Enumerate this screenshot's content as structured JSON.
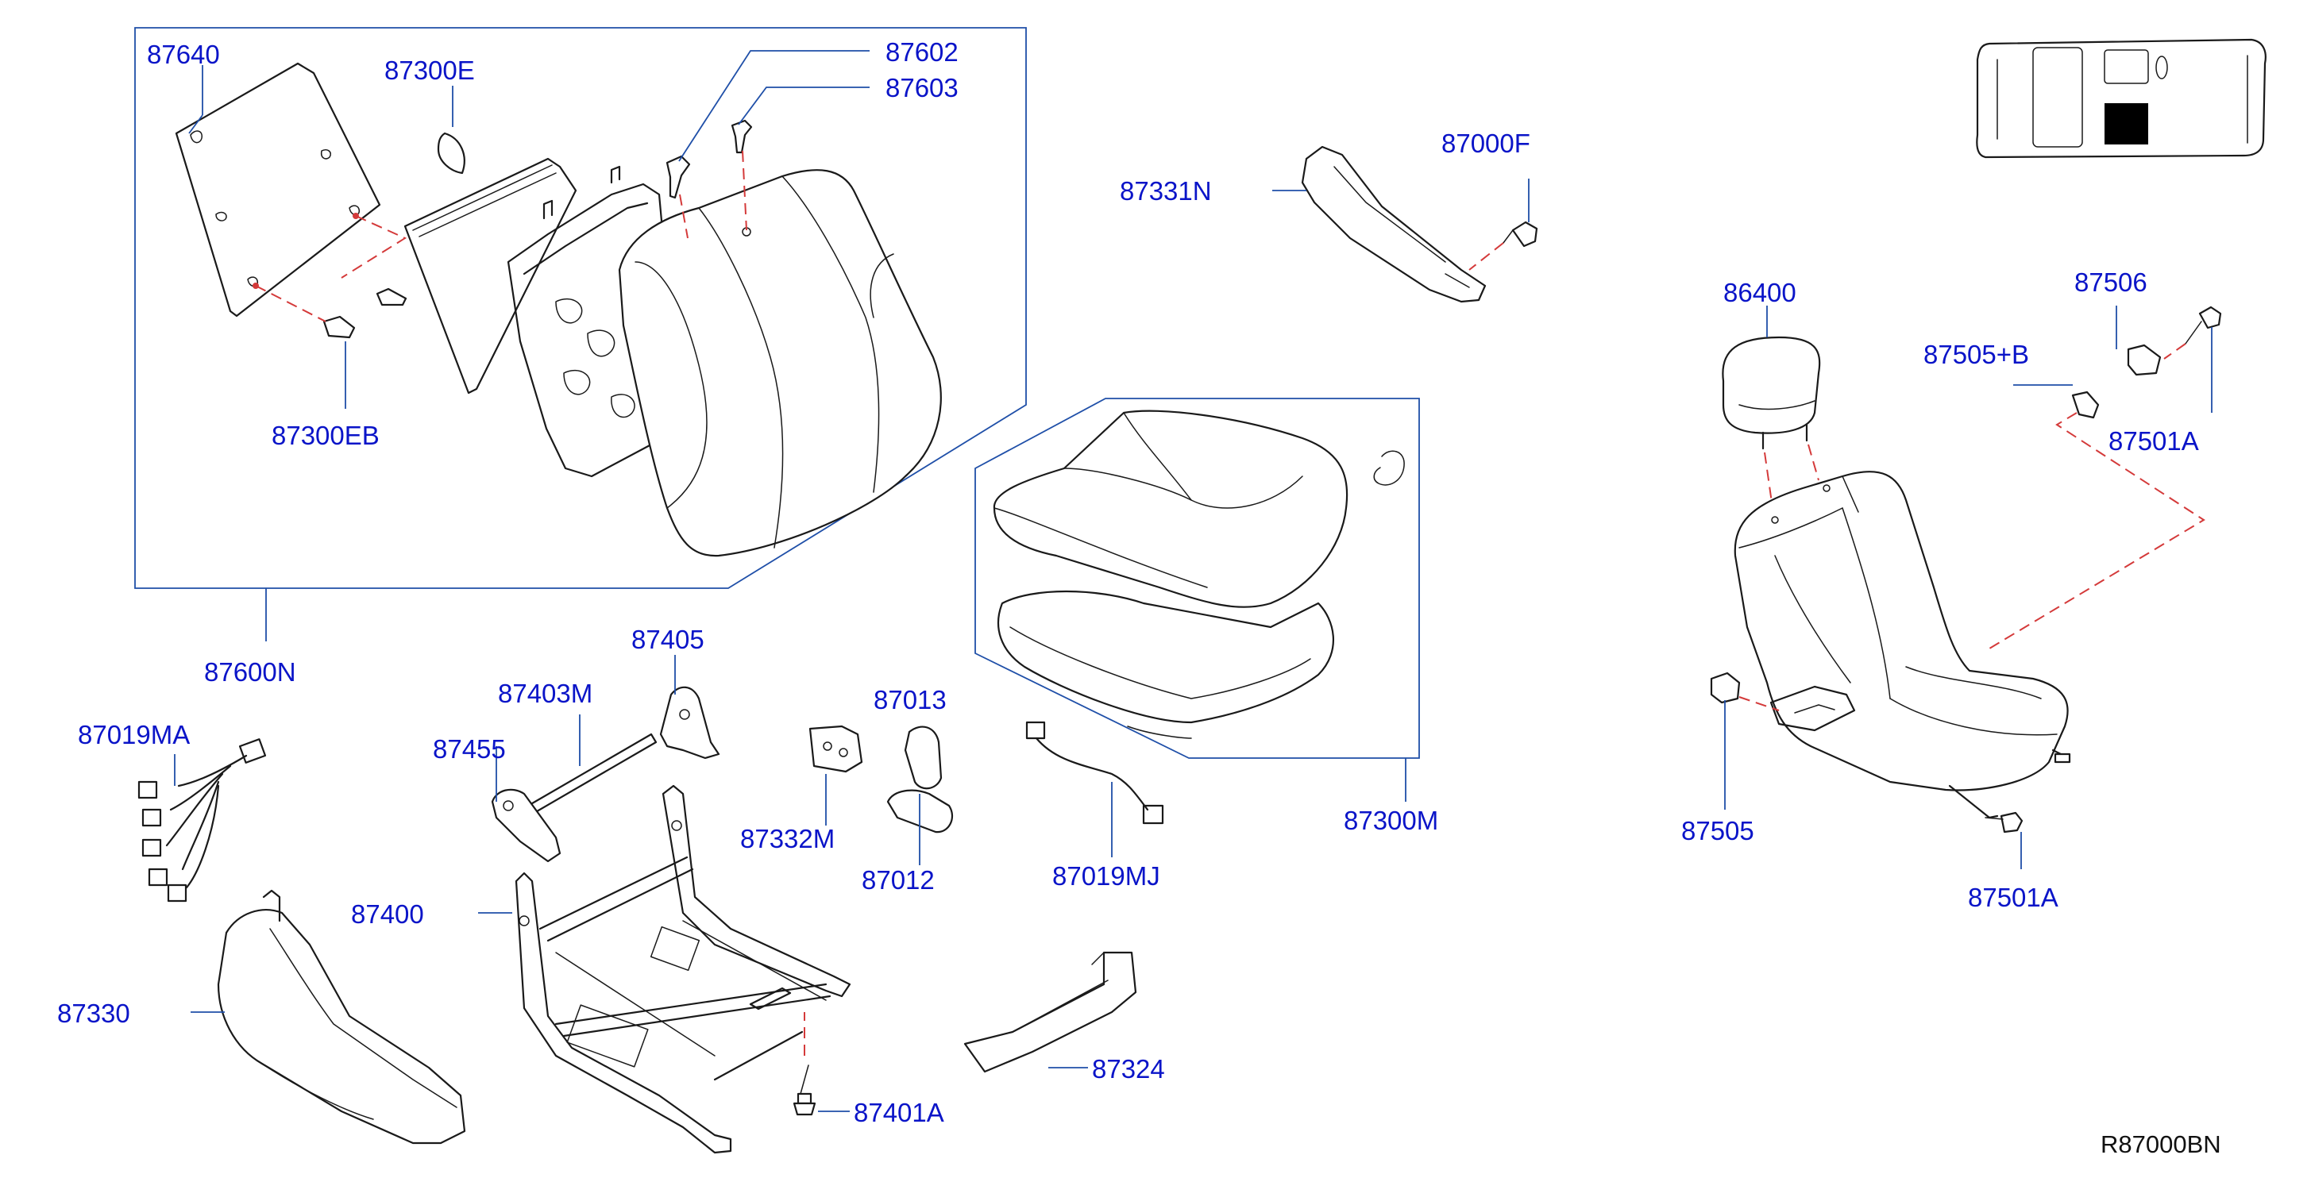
{
  "diagram": {
    "reference_code": "R87000BN",
    "colors": {
      "label": "#0a14c8",
      "leader": "#1f4fa8",
      "outline": "#1a1a1a",
      "dashed_connector": "#d43a3a",
      "locator_fill": "#000000"
    },
    "part_labels": [
      {
        "id": "l-87640",
        "text": "87640"
      },
      {
        "id": "l-87300e",
        "text": "87300E"
      },
      {
        "id": "l-87602",
        "text": "87602"
      },
      {
        "id": "l-87603",
        "text": "87603"
      },
      {
        "id": "l-87300eb",
        "text": "87300EB"
      },
      {
        "id": "l-87600n",
        "text": "87600N"
      },
      {
        "id": "l-87331n",
        "text": "87331N"
      },
      {
        "id": "l-87000f",
        "text": "87000F"
      },
      {
        "id": "l-87300m",
        "text": "87300M"
      },
      {
        "id": "l-87019ma",
        "text": "87019MA"
      },
      {
        "id": "l-87330",
        "text": "87330"
      },
      {
        "id": "l-87403m",
        "text": "87403M"
      },
      {
        "id": "l-87405",
        "text": "87405"
      },
      {
        "id": "l-87455",
        "text": "87455"
      },
      {
        "id": "l-87400",
        "text": "87400"
      },
      {
        "id": "l-87401a-bottom",
        "text": "87401A"
      },
      {
        "id": "l-87332m",
        "text": "87332M"
      },
      {
        "id": "l-87013",
        "text": "87013"
      },
      {
        "id": "l-87012",
        "text": "87012"
      },
      {
        "id": "l-87019mj",
        "text": "87019MJ"
      },
      {
        "id": "l-87324",
        "text": "87324"
      },
      {
        "id": "l-86400",
        "text": "86400"
      },
      {
        "id": "l-87506",
        "text": "87506"
      },
      {
        "id": "l-87505b",
        "text": "87505+B"
      },
      {
        "id": "l-87501a-top",
        "text": "87501A"
      },
      {
        "id": "l-87505",
        "text": "87505"
      },
      {
        "id": "l-87501a-right",
        "text": "87501A"
      }
    ]
  }
}
